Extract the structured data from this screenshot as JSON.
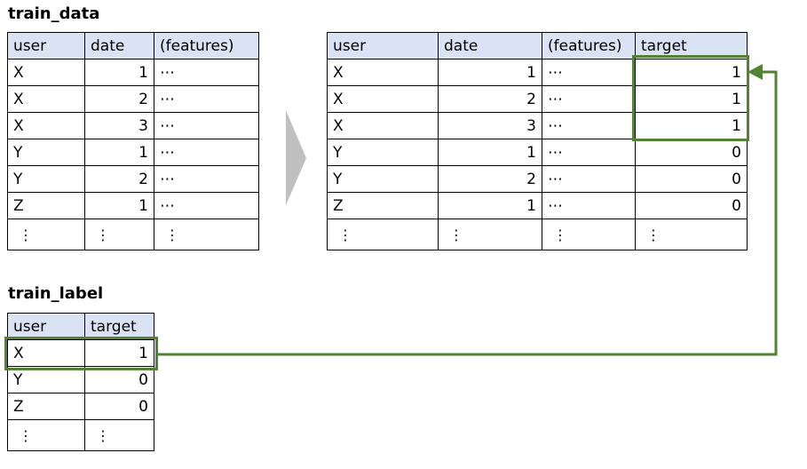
{
  "titles": {
    "train_data": "train_data",
    "train_label": "train_label"
  },
  "tables": {
    "train_data": {
      "columns": [
        "user",
        "date",
        "(features)"
      ],
      "rows": [
        [
          "X",
          "1",
          "⋯"
        ],
        [
          "X",
          "2",
          "⋯"
        ],
        [
          "X",
          "3",
          "⋯"
        ],
        [
          "Y",
          "1",
          "⋯"
        ],
        [
          "Y",
          "2",
          "⋯"
        ],
        [
          "Z",
          "1",
          "⋯"
        ],
        [
          "⋮",
          "⋮",
          "⋮"
        ]
      ]
    },
    "train_data_with_target": {
      "columns": [
        "user",
        "date",
        "(features)",
        "target"
      ],
      "rows": [
        [
          "X",
          "1",
          "⋯",
          "1"
        ],
        [
          "X",
          "2",
          "⋯",
          "1"
        ],
        [
          "X",
          "3",
          "⋯",
          "1"
        ],
        [
          "Y",
          "1",
          "⋯",
          "0"
        ],
        [
          "Y",
          "2",
          "⋯",
          "0"
        ],
        [
          "Z",
          "1",
          "⋯",
          "0"
        ],
        [
          "⋮",
          "⋮",
          "⋮",
          "⋮"
        ]
      ]
    },
    "train_label": {
      "columns": [
        "user",
        "target"
      ],
      "rows": [
        [
          "X",
          "1"
        ],
        [
          "Y",
          "0"
        ],
        [
          "Z",
          "0"
        ],
        [
          "⋮",
          "⋮"
        ]
      ]
    }
  },
  "icons": {
    "transform_arrow": "right-pointing-triangle",
    "connector_arrow": "left-arrowhead"
  },
  "colors": {
    "header_fill": "#dae3f3",
    "highlight_green": "#548235",
    "arrow_gray": "#c0c0c0",
    "table_border": "#000000",
    "background": "#ffffff"
  }
}
